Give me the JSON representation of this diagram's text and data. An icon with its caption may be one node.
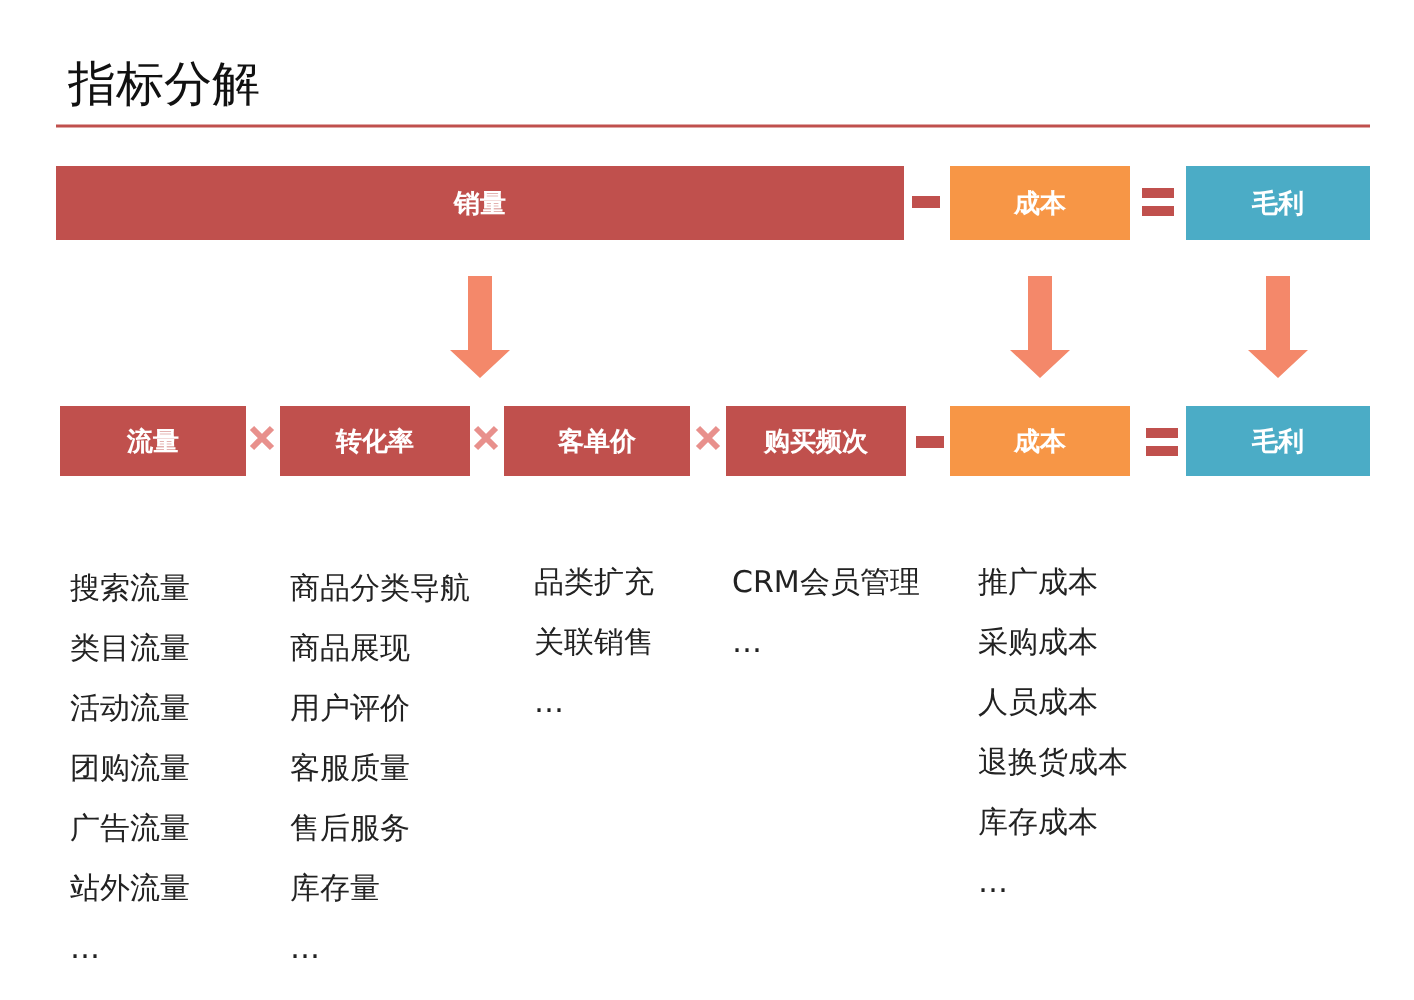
{
  "diagram": {
    "title": "指标分解",
    "nodes": [
      {
        "text": [
          "销量"
        ]
      },
      {
        "text": [
          "成本"
        ]
      },
      {
        "text": [
          "毛利"
        ]
      },
      {
        "text": [
          "流量"
        ]
      },
      {
        "text": [
          "转化率"
        ]
      },
      {
        "text": [
          "客单价"
        ]
      },
      {
        "text": [
          "购买频次"
        ]
      },
      {
        "text": [
          "成本"
        ]
      },
      {
        "text": [
          "毛利"
        ]
      }
    ],
    "edges": [
      {
        "from": 0,
        "to": null,
        "arrow": "to"
      },
      {
        "from": 1,
        "to": 7,
        "arrow": "to"
      },
      {
        "from": 2,
        "to": 8,
        "arrow": "to"
      }
    ],
    "labels": [
      "搜索流量",
      "类目流量",
      "活动流量",
      "团购流量",
      "广告流量",
      "站外流量",
      "…",
      "商品分类导航",
      "商品展现",
      "用户评价",
      "客服质量",
      "售后服务",
      "库存量",
      "…",
      "品类扩充",
      "关联销售",
      "…",
      "CRM会员管理",
      "…",
      "推广成本",
      "采购成本",
      "人员成本",
      "退换货成本",
      "库存成本",
      "…"
    ]
  }
}
